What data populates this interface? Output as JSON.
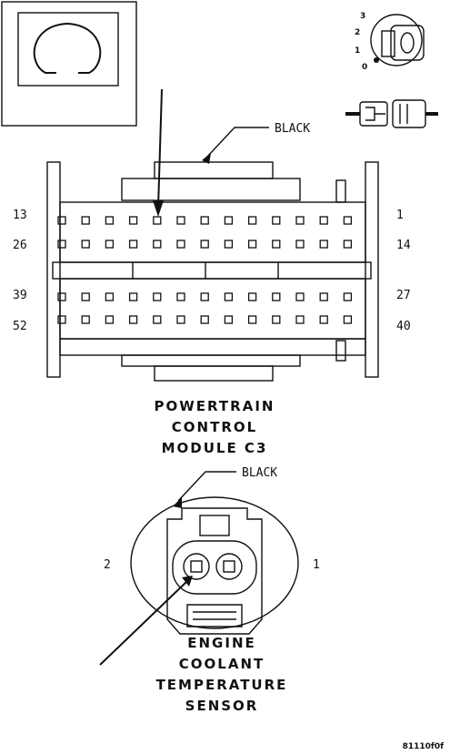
{
  "pcm": {
    "color_label": "BLACK",
    "title_lines": [
      "POWERTRAIN",
      "CONTROL",
      "MODULE C3"
    ],
    "pin_labels": {
      "row1_left": "13",
      "row1_right": "1",
      "row2_left": "26",
      "row2_right": "14",
      "row3_left": "39",
      "row3_right": "27",
      "row4_left": "52",
      "row4_right": "40"
    }
  },
  "ect": {
    "color_label": "BLACK",
    "pin_left": "2",
    "pin_right": "1",
    "title_lines": [
      "ENGINE",
      "COOLANT",
      "TEMPERATURE",
      "SENSOR"
    ]
  },
  "ignition": {
    "positions": [
      "3",
      "2",
      "1",
      "0"
    ]
  },
  "figure_id": "81110f0f",
  "icons": [
    "ohm-meter-icon",
    "ignition-key-icon",
    "connector-disconnect-icon"
  ]
}
